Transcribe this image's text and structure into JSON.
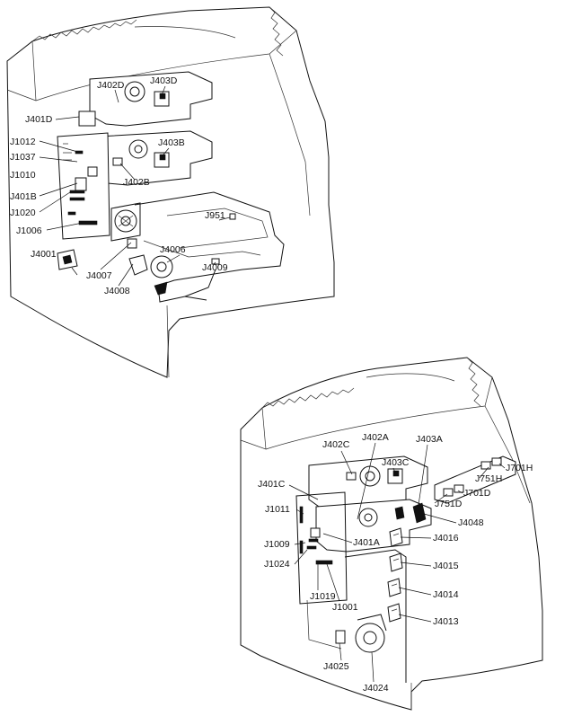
{
  "top_view": {
    "labels": [
      {
        "id": "j402d",
        "text": "J402D"
      },
      {
        "id": "j403d",
        "text": "J403D"
      },
      {
        "id": "j401d",
        "text": "J401D"
      },
      {
        "id": "j1012",
        "text": "J1012"
      },
      {
        "id": "j403b",
        "text": "J403B"
      },
      {
        "id": "j1037",
        "text": "J1037"
      },
      {
        "id": "j1010",
        "text": "J1010"
      },
      {
        "id": "j402b",
        "text": "J402B"
      },
      {
        "id": "j401b",
        "text": "J401B"
      },
      {
        "id": "j1020",
        "text": "J1020"
      },
      {
        "id": "j951",
        "text": "J951"
      },
      {
        "id": "j1006",
        "text": "J1006"
      },
      {
        "id": "j4006",
        "text": "J4006"
      },
      {
        "id": "j4001",
        "text": "J4001"
      },
      {
        "id": "j4009",
        "text": "J4009"
      },
      {
        "id": "j4007",
        "text": "J4007"
      },
      {
        "id": "j4008",
        "text": "J4008"
      }
    ]
  },
  "bottom_view": {
    "labels": [
      {
        "id": "j402a",
        "text": "J402A"
      },
      {
        "id": "j403a",
        "text": "J403A"
      },
      {
        "id": "j402c",
        "text": "J402C"
      },
      {
        "id": "j403c",
        "text": "J403C"
      },
      {
        "id": "j701h",
        "text": "J701H"
      },
      {
        "id": "j751h",
        "text": "J751H"
      },
      {
        "id": "j401c",
        "text": "J401C"
      },
      {
        "id": "j701d",
        "text": "J701D"
      },
      {
        "id": "j751d",
        "text": "J751D"
      },
      {
        "id": "j1011",
        "text": "J1011"
      },
      {
        "id": "j4048",
        "text": "J4048"
      },
      {
        "id": "j4016",
        "text": "J4016"
      },
      {
        "id": "j1009",
        "text": "J1009"
      },
      {
        "id": "j401a",
        "text": "J401A"
      },
      {
        "id": "j1024",
        "text": "J1024"
      },
      {
        "id": "j4015",
        "text": "J4015"
      },
      {
        "id": "j4014",
        "text": "J4014"
      },
      {
        "id": "j1019",
        "text": "J1019"
      },
      {
        "id": "j1001",
        "text": "J1001"
      },
      {
        "id": "j4013",
        "text": "J4013"
      },
      {
        "id": "j4025",
        "text": "J4025"
      },
      {
        "id": "j4024",
        "text": "J4024"
      }
    ]
  }
}
